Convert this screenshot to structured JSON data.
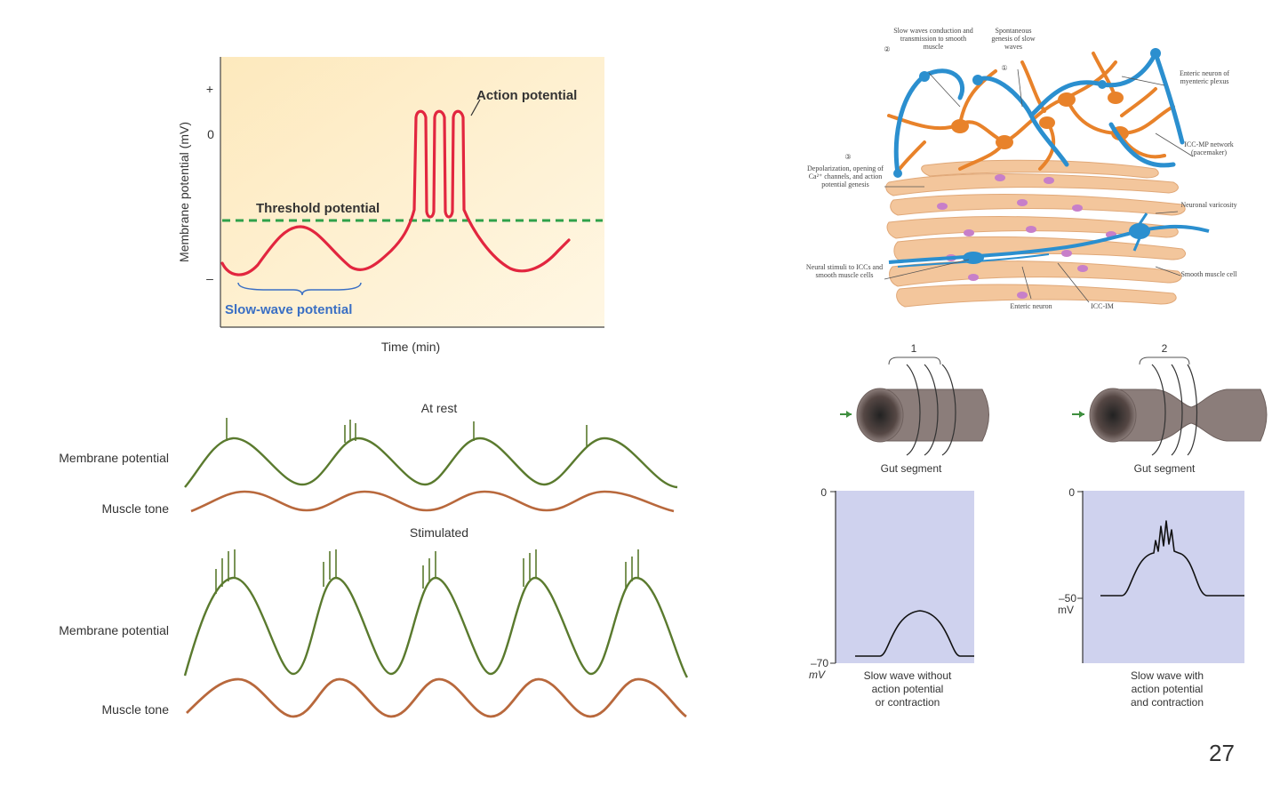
{
  "slide": {
    "page_number": "27"
  },
  "panel_ap": {
    "y_axis_label": "Membrane potential (mV)",
    "y_ticks": [
      "+",
      "0",
      "–"
    ],
    "x_axis_label": "Time (min)",
    "annotations": {
      "action_potential": "Action potential",
      "threshold": "Threshold potential",
      "slow_wave": "Slow-wave potential"
    },
    "colors": {
      "trace": "#e2263f",
      "threshold": "#2fa14a",
      "bracket": "#3a6fc4",
      "background": "#fde9bd"
    }
  },
  "panel_traces": {
    "at_rest_title": "At rest",
    "stimulated_title": "Stimulated",
    "row_labels": {
      "rest_membrane": "Membrane potential",
      "rest_tone": "Muscle tone",
      "stim_membrane": "Membrane potential",
      "stim_tone": "Muscle tone"
    },
    "colors": {
      "membrane": "#5a7a2e",
      "tone": "#b8683c"
    }
  },
  "panel_icc": {
    "labels": {
      "slow_waves_conduction": "Slow waves conduction and transmission to smooth muscle",
      "spontaneous": "Spontaneous genesis of slow waves",
      "enteric_myenteric": "Enteric neuron of myenteric plexus",
      "icc_mp": "ICC-MP network (pacemaker)",
      "depolarization": "Depolarization, opening of Ca²⁺ channels, and action potential genesis",
      "neuronal_varicosity": "Neuronal varicosity",
      "neural_stimuli": "Neural stimuli to ICCs and smooth muscle cells",
      "smooth_muscle": "Smooth muscle cell",
      "enteric_neuron": "Enteric neuron",
      "icc_im": "ICC-IM"
    },
    "step_numbers": [
      "②",
      "①",
      "③"
    ],
    "colors": {
      "icc": "#e8822a",
      "neuron": "#2b8fcf",
      "muscle": "#f3c69c",
      "nuclei": "#c77fc9"
    }
  },
  "panel_gut": {
    "left": {
      "segment_number": "1",
      "segment_label": "Gut segment",
      "y_ticks": [
        "0",
        "–70"
      ],
      "y_unit": "mV",
      "caption": [
        "Slow wave without",
        "action potential",
        "or contraction"
      ]
    },
    "right": {
      "segment_number": "2",
      "segment_label": "Gut segment",
      "y_ticks": [
        "0",
        "–50"
      ],
      "y_unit": "mV",
      "caption": [
        "Slow wave with",
        "action potential",
        "and contraction"
      ]
    },
    "colors": {
      "plot_bg": "#cfd2ee",
      "tube": "#8b7d7a",
      "arrow": "#3f8f3f"
    }
  }
}
